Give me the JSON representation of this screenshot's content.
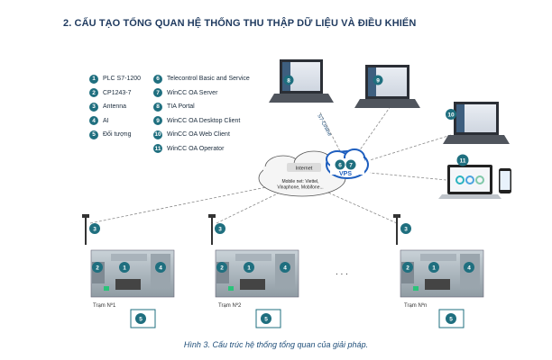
{
  "title": "2.  CẤU TẠO TỔNG QUAN HỆ THỐNG THU THẬP DỮ LIỆU VÀ ĐIỀU KHIỂN",
  "legend_left": [
    {
      "num": "1",
      "label": "PLC S7-1200"
    },
    {
      "num": "2",
      "label": "CP1243-7"
    },
    {
      "num": "3",
      "label": "Antenna"
    },
    {
      "num": "4",
      "label": "AI"
    },
    {
      "num": "5",
      "label": "Đối tượng"
    }
  ],
  "legend_right": [
    {
      "num": "6",
      "label": "Telecontrol Basic and Service"
    },
    {
      "num": "7",
      "label": "WinCC OA Server"
    },
    {
      "num": "8",
      "label": "TIA Portal"
    },
    {
      "num": "9",
      "label": "WinCC OA Desktop Client"
    },
    {
      "num": "10",
      "label": "WinCC OA Web Client"
    },
    {
      "num": "11",
      "label": "WinCC OA Operator"
    }
  ],
  "cloud": {
    "internet": "Internet",
    "vps": "VPS",
    "mobile": "Mobile net: Viettel, Vinaphone, Mobifone...",
    "s7_online": "S7-Online"
  },
  "stations": [
    "Trạm Nº1",
    "Trạm Nº2",
    "Trạm Nºn"
  ],
  "ellipsis": ". . .",
  "caption": "Hình 3. Cấu trúc hệ thống tổng quan của giải pháp.",
  "colors": {
    "badge": "#1f6f7f",
    "title": "#1f3a5f",
    "caption": "#1f4e79",
    "vps": "#1f5fbf"
  }
}
